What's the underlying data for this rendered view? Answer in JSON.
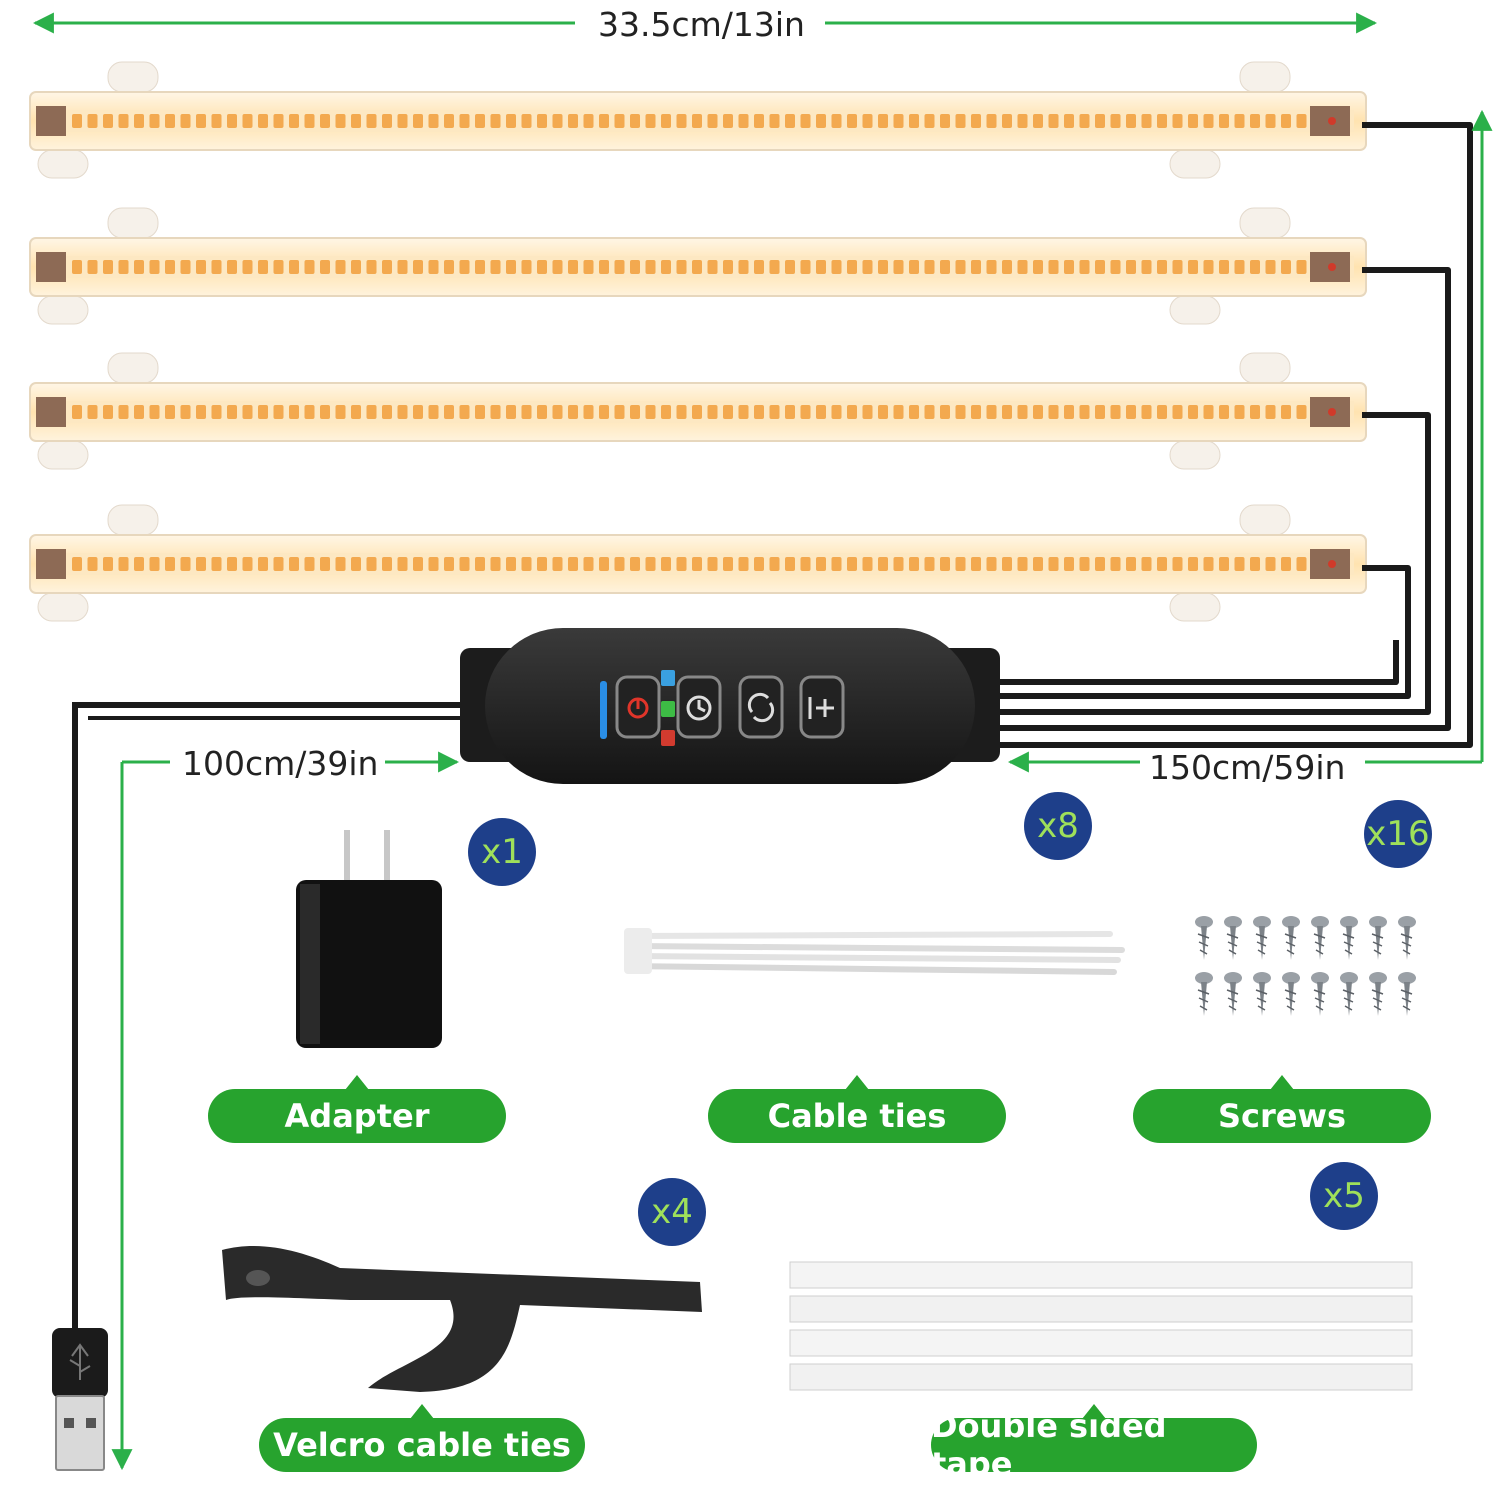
{
  "dimensions": {
    "bar_length": "33.5cm/13in",
    "usb_cable_length": "100cm/39in",
    "bar_cable_length": "150cm/59in"
  },
  "light_bars": {
    "count": 4,
    "glow_color": "#ffe7b8",
    "led_color": "#f3a94f"
  },
  "controller": {
    "buttons": [
      "power-icon",
      "timer-icon",
      "mode-cycle-icon",
      "brightness-icon"
    ],
    "indicator_color": "#2a8ee6"
  },
  "accessories": [
    {
      "quantity": "x1",
      "label": "Adapter"
    },
    {
      "quantity": "x8",
      "label": "Cable ties"
    },
    {
      "quantity": "x16",
      "label": "Screws"
    },
    {
      "quantity": "x4",
      "label": "Velcro cable ties"
    },
    {
      "quantity": "x5",
      "label": "Double sided tape"
    }
  ],
  "colors": {
    "dimension_arrow": "#2bb04a",
    "label_pill": "#27a32e",
    "quantity_badge": "#1e3f8a",
    "quantity_text": "#9fe05a"
  }
}
